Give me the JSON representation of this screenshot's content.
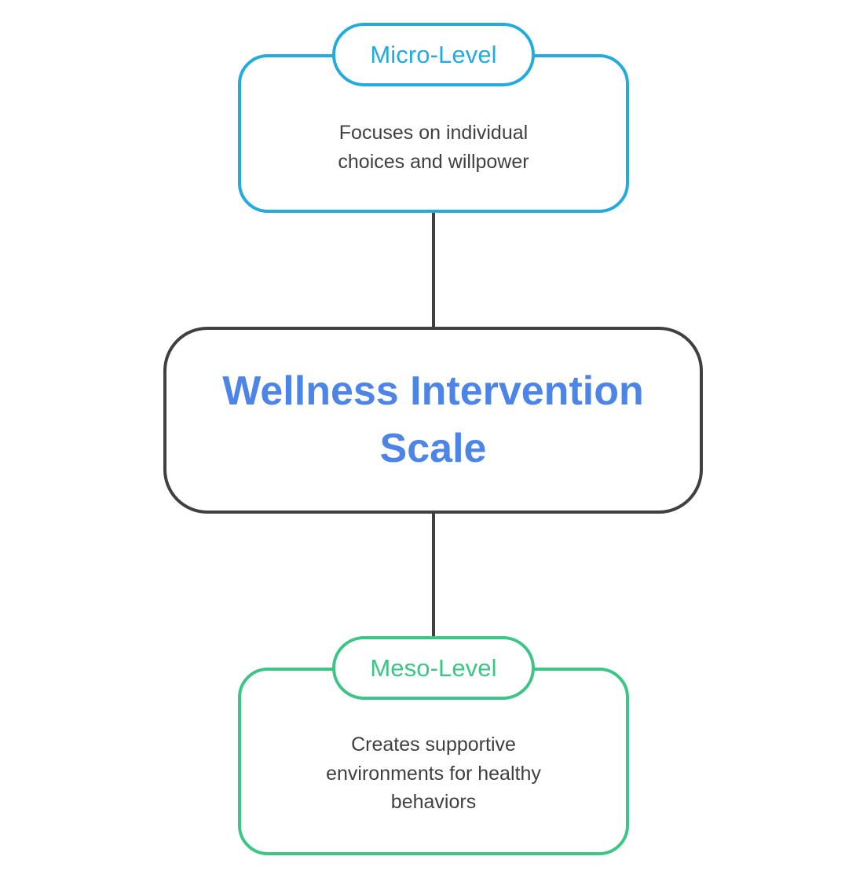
{
  "diagram": {
    "type": "hierarchy-flow",
    "orientation": "vertical",
    "background_color": "#ffffff",
    "center": {
      "title": "Wellness Intervention\nScale",
      "title_color": "#4C84E8",
      "border_color": "#404040"
    },
    "branches": [
      {
        "id": "micro",
        "pill_label": "Micro-Level",
        "body": "Focuses on individual\nchoices and willpower",
        "accent_color": "#22ABDC",
        "body_color": "#3f3f3f",
        "position": "above-center"
      },
      {
        "id": "meso",
        "pill_label": "Meso-Level",
        "body": "Creates supportive\nenvironments for healthy\nbehaviors",
        "accent_color": "#3CC585",
        "body_color": "#3f3f3f",
        "position": "below-center"
      }
    ],
    "connectors": [
      {
        "id": "micro-to-center",
        "from": "micro",
        "to": "center",
        "color": "#404040"
      },
      {
        "id": "center-to-meso",
        "from": "center",
        "to": "meso",
        "color": "#404040"
      }
    ]
  }
}
